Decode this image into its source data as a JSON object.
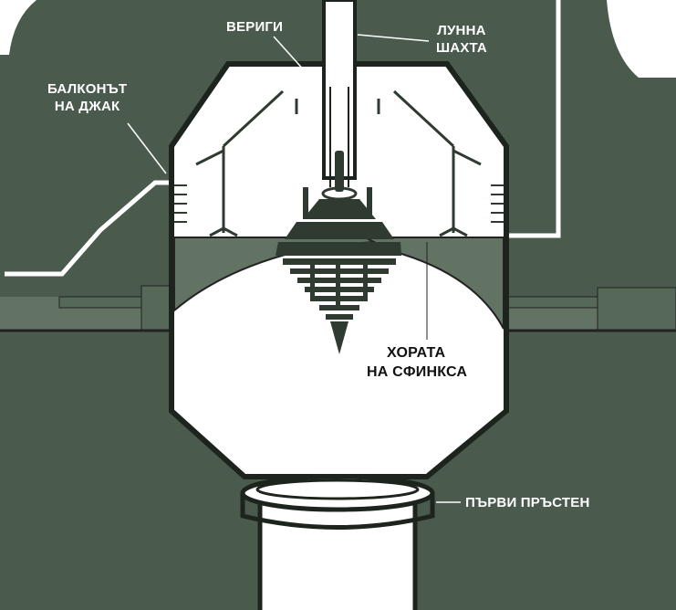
{
  "title": "Cross-section of the Moon Shaft chamber",
  "labels": {
    "chains": "ВЕРИГИ",
    "moon_shaft_line1": "ЛУННА",
    "moon_shaft_line2": "ШАХТА",
    "jacks_balcony_line1": "БАЛКОНЪТ",
    "jacks_balcony_line2": "НА ДЖАК",
    "sphinx_people_line1": "ХОРАТА",
    "sphinx_people_line2": "НА СФИНКСА",
    "first_ring": "ПЪРВИ ПРЪСТЕН"
  },
  "colors": {
    "rock": "#4a5b4d",
    "ground": "#627364",
    "interior": "#ffffff",
    "structure": "#2f3a31"
  }
}
